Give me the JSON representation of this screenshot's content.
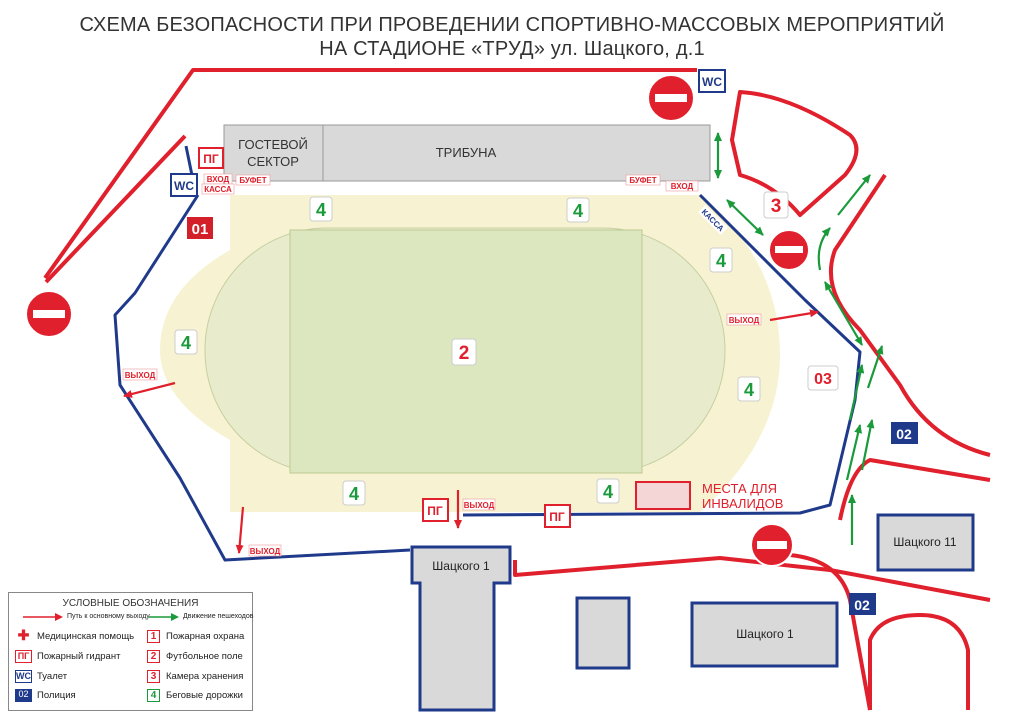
{
  "title": {
    "line1": "СХЕМА БЕЗОПАСНОСТИ ПРИ ПРОВЕДЕНИИ СПОРТИВНО-МАССОВЫХ МЕРОПРИЯТИЙ",
    "line2": "НА СТАДИОНЕ «ТРУД» ул. Шацкого, д.1"
  },
  "stand": {
    "guest_sector_line1": "ГОСТЕВОЙ",
    "guest_sector_line2": "СЕКТОР",
    "tribune": "ТРИБУНА"
  },
  "labels": {
    "entrance_left": "ВХОД",
    "ticket_office_left": "КАССА",
    "buffet_left": "БУФЕТ",
    "buffet_right": "БУФЕТ",
    "entrance_right": "ВХОД",
    "ticket_office_right": "КАССА",
    "exit_left": "ВЫХОД",
    "exit_bottom_left": "ВЫХОД",
    "exit_bottom": "ВЫХОД",
    "exit_right": "ВЫХОД",
    "disabled_places_line1": "МЕСТА ДЛЯ",
    "disabled_places_line2": "ИНВАЛИДОВ"
  },
  "markers": {
    "wc_left": "WC",
    "wc_top": "WC",
    "hydrant_top": "ПГ",
    "hydrant_bottom_1": "ПГ",
    "hydrant_bottom_2": "ПГ",
    "post_01": "01",
    "post_03": "03",
    "police_1": "02",
    "police_2": "02",
    "field": "2",
    "storage": "3",
    "track": "4"
  },
  "buildings": {
    "main": "Шацкого 1",
    "lower": "Шацкого 1",
    "right": "Шацкого 11"
  },
  "legend": {
    "title": "УСЛОВНЫЕ ОБОЗНАЧЕНИЯ",
    "path_to_exit": "Путь к основному выходу",
    "pedestrian_flow": "Движение пешеходов",
    "medical": "Медицинская помощь",
    "hydrant": "Пожарный гидрант",
    "toilet": "Туалет",
    "police": "Полиция",
    "fire_guard": "Пожарная охрана",
    "football_field": "Футбольное поле",
    "storage": "Камера хранения",
    "running_tracks": "Беговые дорожки",
    "hydrant_badge": "ПГ",
    "wc_badge": "WC",
    "police_badge": "02",
    "num1": "1",
    "num2": "2",
    "num3": "3",
    "num4": "4"
  },
  "colors": {
    "road_red": "#e0202c",
    "fence_blue": "#1f3a8a",
    "track_yellow": "#f7f3d2",
    "field_green": "#dde7bf",
    "arrow_green": "#1a9a3a",
    "building_gray": "#d9d9d9",
    "no_entry_red": "#e0202c"
  }
}
